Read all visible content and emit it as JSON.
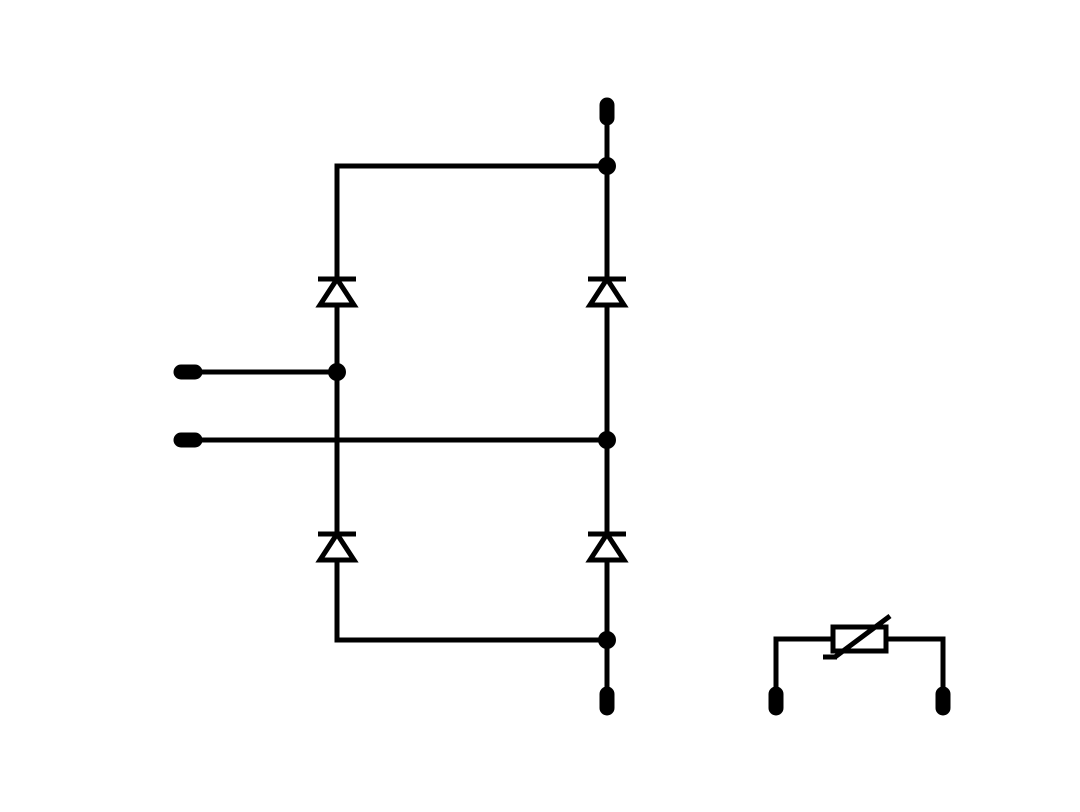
{
  "diagram": {
    "kind": "circuit-schematic",
    "colors": {
      "background": "#ffffff",
      "ink": "#000000"
    },
    "components": [
      {
        "id": "D1",
        "type": "diode",
        "position": "left-upper",
        "orientation": "anode-down"
      },
      {
        "id": "D2",
        "type": "diode",
        "position": "right-upper",
        "orientation": "anode-down"
      },
      {
        "id": "D3",
        "type": "diode",
        "position": "left-lower",
        "orientation": "anode-down"
      },
      {
        "id": "D4",
        "type": "diode",
        "position": "right-lower",
        "orientation": "anode-down"
      },
      {
        "id": "RV1",
        "type": "variable-resistor",
        "position": "bottom-right",
        "orientation": "horizontal"
      }
    ],
    "terminals": [
      {
        "id": "dc-positive",
        "side": "top"
      },
      {
        "id": "dc-negative",
        "side": "bottom"
      },
      {
        "id": "ac-input-1",
        "side": "left"
      },
      {
        "id": "ac-input-2",
        "side": "left"
      },
      {
        "id": "rv-terminal-1",
        "side": "bottom"
      },
      {
        "id": "rv-terminal-2",
        "side": "bottom"
      }
    ],
    "junction_count": 4,
    "text_labels": []
  }
}
